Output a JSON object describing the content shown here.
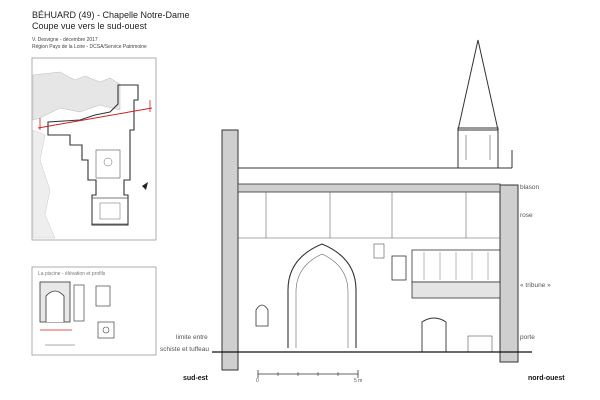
{
  "title": {
    "line1": "BÉHUARD (49) - Chapelle Notre-Dame",
    "line2": "Coupe vue vers le sud-ouest"
  },
  "meta": {
    "line1": "V. Desvigne - décembre 2017",
    "line2": "Région Pays de la Loire - DCSA/Service Patrimoine"
  },
  "inset2": {
    "caption": "La piscine - élévation et profils"
  },
  "labels": {
    "blason": "blason",
    "rose": "rose",
    "tribune": "« tribune »",
    "porte": "porte",
    "limite1": "limite entre",
    "limite2": "schiste et tuffeau",
    "sud_est": "sud-est",
    "nord_ouest": "nord-ouest"
  },
  "scale": {
    "zero": "0",
    "five": "5 m"
  }
}
